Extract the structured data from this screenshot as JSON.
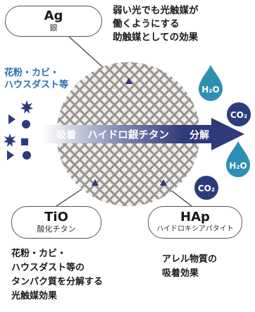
{
  "nodes": {
    "ag": {
      "symbol": "Ag",
      "name": "銀"
    },
    "tio": {
      "symbol": "TiO",
      "name": "酸化チタン"
    },
    "hap": {
      "symbol": "HAp",
      "name": "ハイドロキシアパタイト"
    }
  },
  "notes": {
    "ag": [
      "弱い光でも光触媒が",
      "働くようにする",
      "助触媒としての効果"
    ],
    "tio": [
      "花粉・カビ・",
      "ハウスダスト等の",
      "タンパク質を分解する",
      "光触媒効果"
    ],
    "hap": [
      "アレル物質の",
      "吸着効果"
    ]
  },
  "pollutants": [
    "花粉・カビ・",
    "ハウスダスト等"
  ],
  "center": {
    "label": "ハイドロ銀チタン"
  },
  "arrow": {
    "left_label": "吸着",
    "right_label": "分解"
  },
  "products": {
    "h2o_1": "H₂O",
    "co2_1": "CO₂",
    "h2o_2": "H₂O",
    "co2_2": "CO₂"
  },
  "colors": {
    "navy": "#2e3a7a",
    "water": "#2f8fb3",
    "co2": "#2b3c7e",
    "note_blue": "#2a6fb0"
  }
}
